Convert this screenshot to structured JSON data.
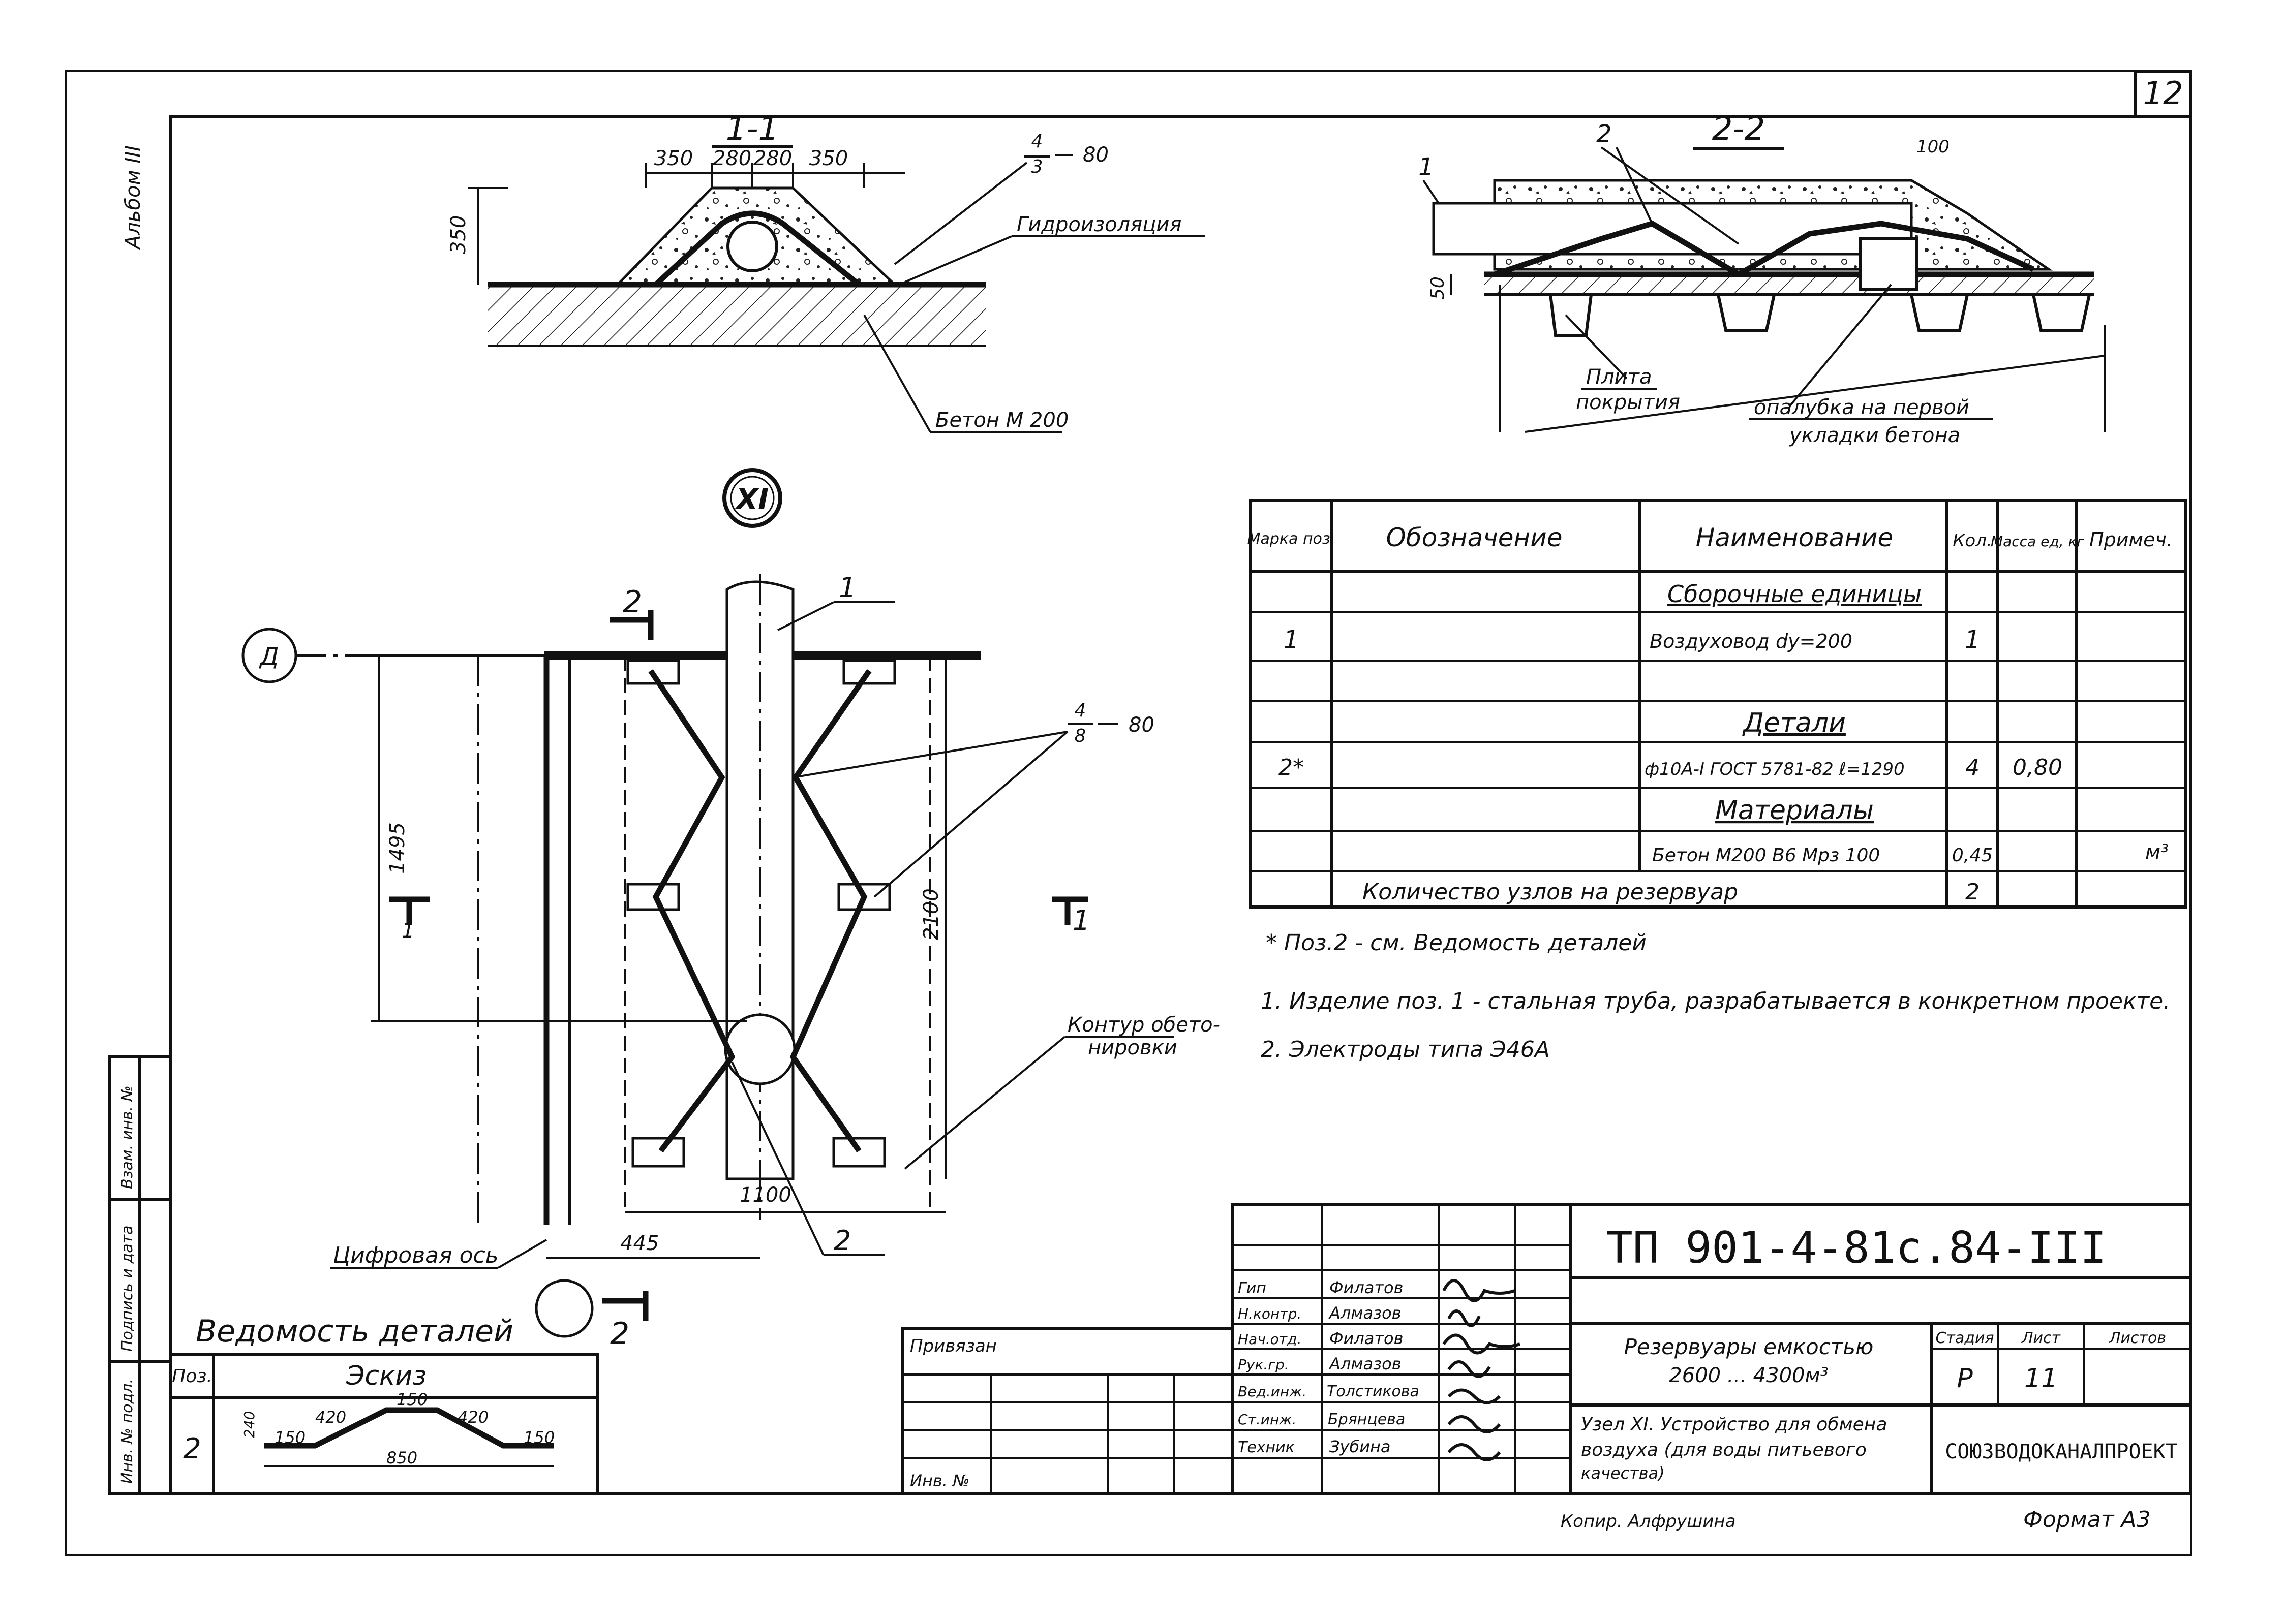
{
  "sheet": {
    "number": "12",
    "album": "Альбом III",
    "format": "Формат А3",
    "copied_by": "Копир. Алфрушина"
  },
  "section_1_1": {
    "title": "1-1",
    "dims_top": [
      "350",
      "280",
      "280",
      "350"
    ],
    "dim_height": "350",
    "weld_symbol_num": "4",
    "weld_symbol_den": "3",
    "weld_symbol_len": "80",
    "label_waterproofing": "Гидроизоляция",
    "label_concrete": "Бетон М 200"
  },
  "section_2_2": {
    "title": "2-2",
    "pos_1": "1",
    "pos_2": "2",
    "dim_100": "100",
    "dim_50": "50",
    "label_slab_line1": "Плита",
    "label_slab_line2": "покрытия",
    "label_formwork_line1": "опалубка на первой",
    "label_formwork_line2": "укладки бетона"
  },
  "plan": {
    "node_mark": "XI",
    "axis": "Д",
    "cut_2_top": "2",
    "cut_2_bottom": "2",
    "cut_1_left": "1",
    "cut_1_right": "1",
    "pos_1": "1",
    "pos_2": "2",
    "weld_num": "4",
    "weld_den": "8",
    "weld_len": "80",
    "dim_1495": "1495",
    "dim_2100": "2100",
    "dim_1100": "1100",
    "dim_445": "445",
    "label_contour_line1": "Контур обето-",
    "label_contour_line2": "нировки",
    "label_digital_axis": "Цифровая ось"
  },
  "spec_table": {
    "headers": [
      "Марка поз.",
      "Обозначение",
      "Наименование",
      "Кол.",
      "Масса ед, кг",
      "Примеч."
    ],
    "rows": [
      {
        "mark": "",
        "designation": "",
        "name": "Сборочные единицы",
        "qty": "",
        "mass": "",
        "note": "",
        "heading": true
      },
      {
        "mark": "1",
        "designation": "",
        "name": "Воздуховод dy=200",
        "qty": "1",
        "mass": "",
        "note": ""
      },
      {
        "mark": "",
        "designation": "",
        "name": "",
        "qty": "",
        "mass": "",
        "note": ""
      },
      {
        "mark": "",
        "designation": "",
        "name": "Детали",
        "qty": "",
        "mass": "",
        "note": "",
        "heading": true
      },
      {
        "mark": "2*",
        "designation": "",
        "name": "ф10А-I ГОСТ 5781-82 ℓ=1290",
        "qty": "4",
        "mass": "0,80",
        "note": ""
      },
      {
        "mark": "",
        "designation": "",
        "name": "Материалы",
        "qty": "",
        "mass": "",
        "note": "",
        "heading": true
      },
      {
        "mark": "",
        "designation": "",
        "name": "Бетон М200 В6 Мрз 100",
        "qty": "0,45",
        "mass": "",
        "note": "м³"
      }
    ],
    "summary_label": "Количество узлов на резервуар",
    "summary_qty": "2"
  },
  "notes": {
    "footnote": "* Поз.2 - см. Ведомость деталей",
    "note1": "1. Изделие поз. 1 - стальная труба, разрабатывается в конкретном проекте.",
    "note2": "2. Электроды типа Э46А"
  },
  "details_list": {
    "title": "Ведомость деталей",
    "col_pos": "Поз.",
    "col_sketch": "Эскиз",
    "row_pos": "2",
    "dims": [
      "150",
      "420",
      "150",
      "420",
      "150",
      "850",
      "240"
    ]
  },
  "stamp": {
    "code": "ТП 901-4-81с.84-III",
    "title_line1": "Резервуары емкостью",
    "title_line2": "2600 ... 4300м³",
    "subtitle_line1": "Узел XI. Устройство для обмена",
    "subtitle_line2": "воздуха (для воды питьевого",
    "subtitle_line3": "качества)",
    "stage_label": "Стадия",
    "sheet_label": "Лист",
    "sheets_label": "Листов",
    "stage": "Р",
    "sheet_no": "11",
    "organization": "СОЮЗВОДОКАНАЛПРОЕКТ",
    "privyazan": "Привязан",
    "inv_no": "Инв. №",
    "roles": [
      {
        "role": "Гип",
        "name": "Филатов"
      },
      {
        "role": "Н.контр.",
        "name": "Алмазов"
      },
      {
        "role": "Нач.отд.",
        "name": "Филатов"
      },
      {
        "role": "Рук.гр.",
        "name": "Алмазов"
      },
      {
        "role": "Вед.инж.",
        "name": "Толстикова"
      },
      {
        "role": "Ст.инж.",
        "name": "Брянцева"
      },
      {
        "role": "Техник",
        "name": "Зубина"
      }
    ]
  },
  "side_strip": {
    "label1": "Инв. № подл.",
    "label2": "Подпись и дата",
    "label3": "Взам. инв. №"
  }
}
